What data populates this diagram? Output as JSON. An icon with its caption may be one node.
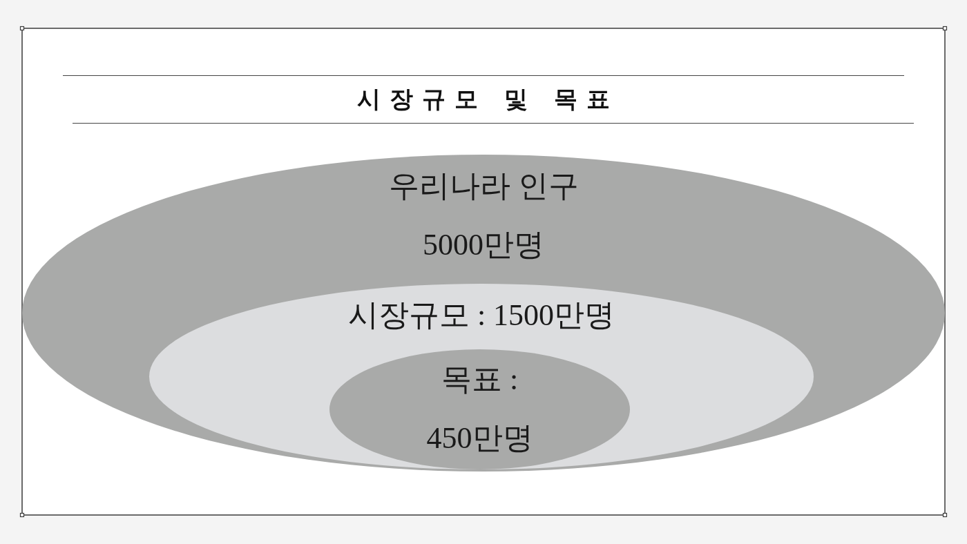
{
  "diagram": {
    "title": "시장규모 및 목표",
    "nodes": [
      {
        "text": [
          "우리나라 인구",
          "5000만명"
        ]
      },
      {
        "text": [
          "시장규모 : 1500만명"
        ],
        "in": 0
      },
      {
        "text": [
          "목표 :",
          "450만명"
        ],
        "in": 1
      }
    ]
  }
}
